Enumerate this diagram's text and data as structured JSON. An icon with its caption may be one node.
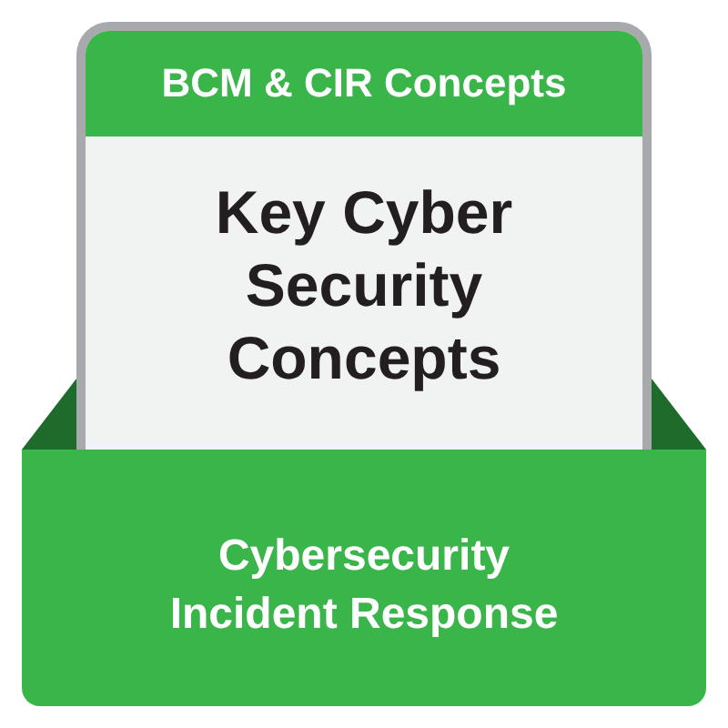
{
  "diagram": {
    "nodes": [
      {
        "text": [
          "BCM & CIR Concepts",
          "Key Cyber Security Concepts"
        ]
      },
      {
        "text": [
          "Cybersecurity Incident Response"
        ]
      }
    ]
  }
}
